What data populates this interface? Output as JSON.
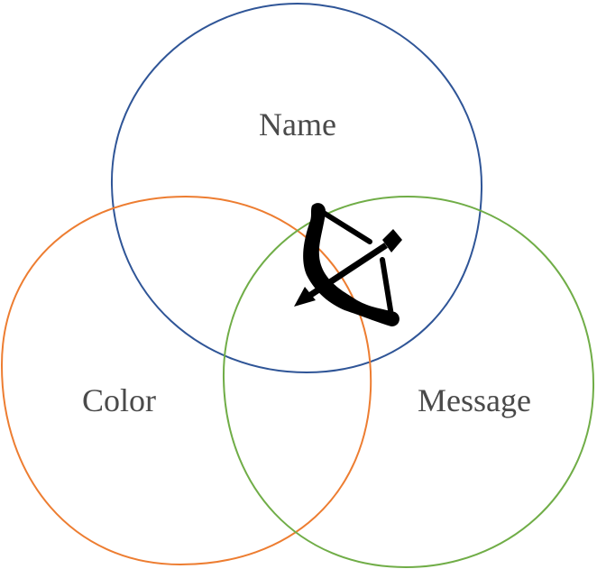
{
  "diagram": {
    "type": "venn",
    "sets": [
      {
        "label": "Name",
        "color": "#2f5597"
      },
      {
        "label": "Color",
        "color": "#ed7d31"
      },
      {
        "label": "Message",
        "color": "#70ad47"
      }
    ],
    "center_icon": "bow-and-arrow-icon"
  }
}
